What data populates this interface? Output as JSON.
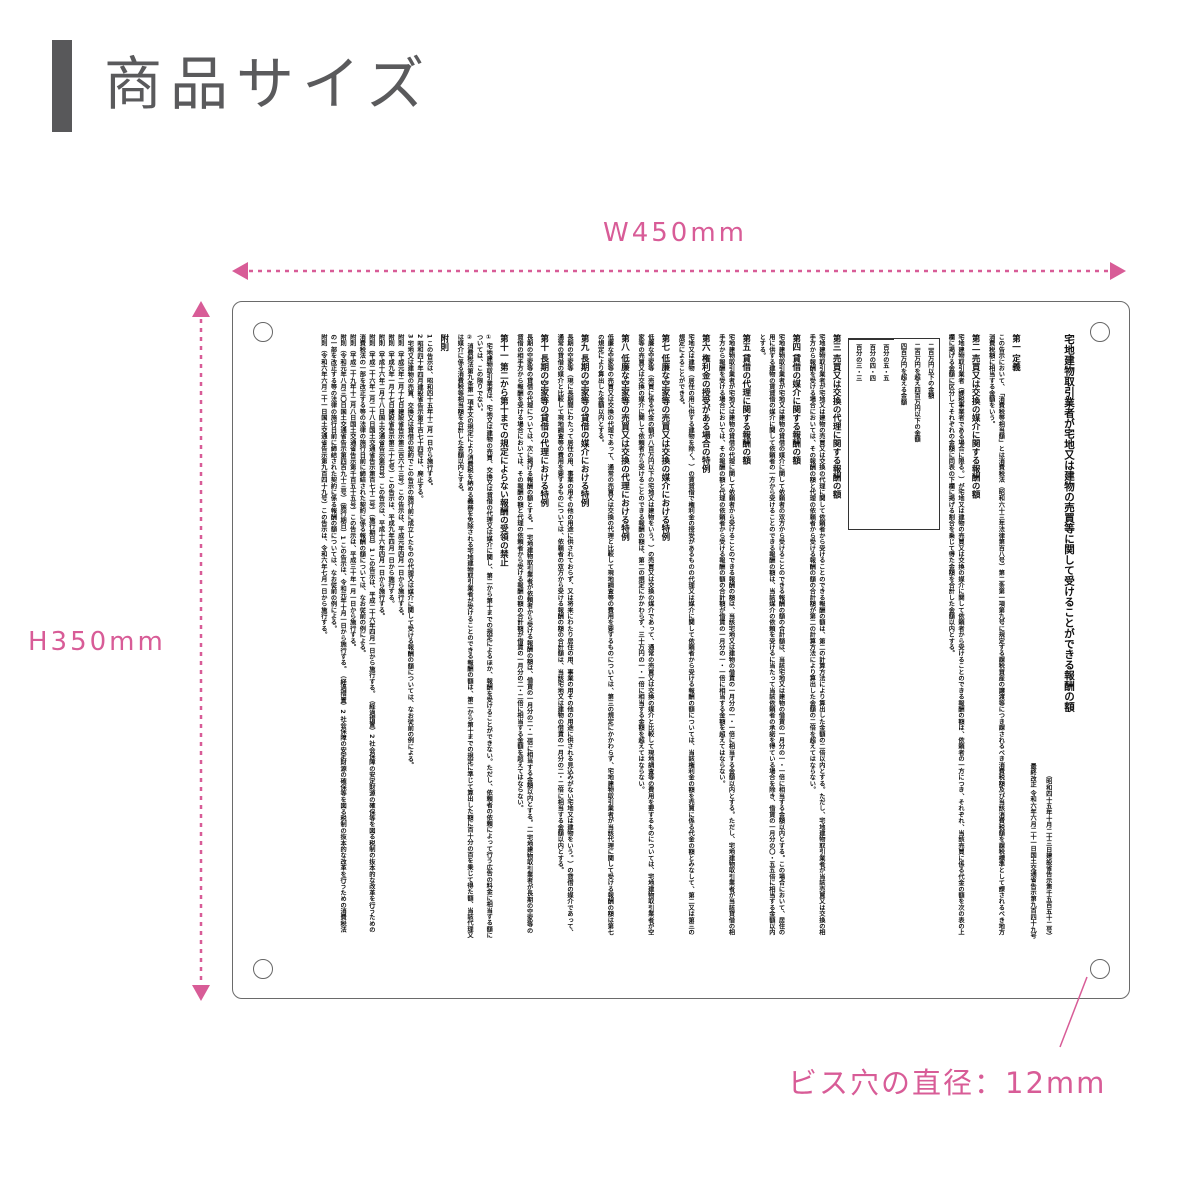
{
  "header": {
    "title": "商品サイズ"
  },
  "dimensions": {
    "width_label": "W450mm",
    "height_label": "H350mm",
    "screw_hole_label": "ビス穴の直径：12mm"
  },
  "colors": {
    "accent": "#d85c97",
    "title": "#5a5a5c",
    "frame": "#6a6a6a"
  },
  "plate": {
    "title": "宅地建物取引業者が宅地又は建物の売買等に関して受けることができる報酬の額",
    "note1": "（昭和四十五年十月二十三日建設省告示第千五百五十二号）",
    "note2": "最終改正 令和六年六月二十一日国土交通省告示第九百四十九号",
    "sections": [
      {
        "type": "h",
        "text": "第一 定義"
      },
      {
        "type": "b",
        "text": "この告示において、「消費税等相当額」とは消費税法（昭和六十三年法律第百八号）第二条第一項第九号に規定する課税資産の譲渡等につき課されるべき消費税額及び当該消費税額を課税標準として課されるべき地方消費税額に相当する金額をいう。"
      },
      {
        "type": "h",
        "text": "第二 売買又は交換の媒介に関する報酬の額"
      },
      {
        "type": "b",
        "text": "宅地建物取引業者（課税事業者である場合に限る。）が宅地又は建物の売買又は交換の媒介に関して依頼者から受けることのできる報酬の額は、依頼者の一方につき、それぞれ、当該売買に係る代金の額を次の表の上欄に掲げる金額に区分してそれぞれの金額に同表の下欄に掲げる割合を乗じて得た金額を合計した金額以内とする。"
      },
      {
        "type": "table",
        "rows": [
          [
            "二百万円以下の金額",
            "百分の五・五"
          ],
          [
            "二百万円を超え四百万円以下の金額",
            "百分の四・四"
          ],
          [
            "四百万円を超える金額",
            "百分の三・三"
          ]
        ]
      },
      {
        "type": "h",
        "text": "第三 売買又は交換の代理に関する報酬の額"
      },
      {
        "type": "b",
        "text": "宅地建物取引業者が宅地又は建物の売買又は交換の代理に関して依頼者から受けることのできる報酬の額は、第二の計算方法により算出した金額の二倍以内とする。ただし、宅地建物取引業者が当該売買又は交換の相手方から報酬を受ける場合においては、その報酬の額と代理の依頼者から受ける報酬の額の合計額が第二の計算方法により算出した金額の二倍を超えてはならない。"
      },
      {
        "type": "h",
        "text": "第四 貸借の媒介に関する報酬の額"
      },
      {
        "type": "b",
        "text": "宅地建物取引業者が宅地又は建物の貸借の媒介に関して依頼者の双方から受けることのできる報酬の額の合計額は、当該宅地又は建物の借賃の一月分の一・一倍に相当する金額以内とする。この場合において、居住の用に供する建物の賃貸借の媒介に関して依頼者の一方から受けることのできる報酬の額は、当該媒介の依頼を受けるに当たって当該依頼者の承諾を得ている場合を除き、借賃の一月分の〇・五五倍に相当する金額以内とする。"
      },
      {
        "type": "h",
        "text": "第五 貸借の代理に関する報酬の額"
      },
      {
        "type": "b",
        "text": "宅地建物取引業者が宅地又は建物の貸借の代理に関して依頼者から受けることのできる報酬の額は、当該宅地又は建物の借賃の一月分の一・一倍に相当する金額以内とする。ただし、宅地建物取引業者が当該貸借の相手方から報酬を受ける場合においては、その報酬の額と代理の依頼者から受ける報酬の額の合計額が借賃の一月分の一・一倍に相当する金額を超えてはならない。"
      },
      {
        "type": "h",
        "text": "第六 権利金の授受がある場合の特例"
      },
      {
        "type": "b",
        "text": "宅地又は建物（居住の用に供する建物を除く。）の賃貸借で権利金の授受があるものの代理又は媒介に関して依頼者から受ける報酬の額については、当該権利金の額を売買に係る代金の額とみなして、第二又は第三の規定によることができる。"
      },
      {
        "type": "h",
        "text": "第七 低廉な空家等の売買又は交換の媒介における特例"
      },
      {
        "type": "b",
        "text": "低廉な空家等（売買に係る代金の額が八百万円以下の宅地又は建物をいう。）の売買又は交換の媒介であって、通常の売買又は交換の媒介と比較して現地調査等の費用を要するものについては、宅地建物取引業者が空家等の売買又は交換の媒介に関して依頼者から受けることのできる報酬の額は、第二の規定にかかわらず、三十万円の一・一倍に相当する金額を超えてはならない。"
      },
      {
        "type": "h",
        "text": "第八 低廉な空家等の売買又は交換の代理における特例"
      },
      {
        "type": "b",
        "text": "低廉な空家等の売買又は交換の代理であって、通常の売買又は交換の代理と比較して現地調査等の費用を要するものについては、第三の規定にかかわらず、宅地建物取引業者が当該代理に関して受ける報酬の額は第七の規定により算出した金額以内とする。"
      },
      {
        "type": "h",
        "text": "第九 長期の空家等の貸借の媒介における特例"
      },
      {
        "type": "b",
        "text": "長期の空家等（現に長期間にわたって居住の用、事業の用その他の用途に供されておらず、又は将来にわたり居住の用、事業の用その他の用途に供される見込みがない宅地又は建物をいう。）の貸借の媒介であって、通常の貸借の媒介と比較して現地調査等の費用を要するものについては、依頼者の双方から受ける報酬の額の合計額は、当該宅地又は建物の借賃の一月分の二・二倍に相当する金額以内とする。"
      },
      {
        "type": "h",
        "text": "第十 長期の空家等の貸借の代理における特例"
      },
      {
        "type": "b",
        "text": "長期の空家等の貸借の代理については、次に掲げる報酬の額とする。一 宅地建物取引業者が依頼者から受ける報酬の額は、借賃の一月分の二・二倍に相当する金額以内とする。二 宅地建物取引業者が長期の空家等の貸借の相手方から報酬を受ける場合においては、その報酬の額と代理の依頼者から受ける報酬の額の合計額が借賃の一月分の二・二倍に相当する金額を超えてはならない。"
      },
      {
        "type": "h",
        "text": "第十一 第二から第十までの規定によらない報酬の受領の禁止"
      },
      {
        "type": "b",
        "text": "① 宅地建物取引業者は、宅地又は建物の売買、交換又は貸借の代理又は媒介に関し、第二から第十までの規定によるほか、報酬を受けることができない。ただし、依頼者の依頼によって行う広告の料金に相当する額については、この限りでない。"
      },
      {
        "type": "b",
        "text": "② 消費税法第九条第一項本文の規定により消費税を納める義務を免除される宅地建物取引業者が受けることのできる報酬の額は、第二から第十までの規定に準じて算出した額に百十分の百を乗じて得た額、当該代理又は媒介に係る消費税等相当額を合計した金額以内とする。"
      },
      {
        "type": "h",
        "text": "附則"
      },
      {
        "type": "b",
        "text": "1 この告示は、昭和四十五年十二月一日から施行する。"
      },
      {
        "type": "b",
        "text": "2 昭和四十年四月建設省告示第千百七十四号は、廃止する。"
      },
      {
        "type": "b",
        "text": "3 宅地又は建物の売買、交換又は貸借の契約でこの告示の施行前に成立したものの代理又は媒介に関して受ける報酬の額については、なお従前の例による。"
      },
      {
        "type": "b",
        "text": "附則（平成元年二月十七日建設省告示第三百六十三号）この告示は、平成元年四月一日から施行する。"
      },
      {
        "type": "b",
        "text": "附則（平成九年一月十七日建設省告示第三十七号）この告示は、平成九年四月一日から施行する。"
      },
      {
        "type": "b",
        "text": "附則（平成十六年二月十八日国土交通省告示第百号）この告示は、平成十六年四月一日から施行する。"
      },
      {
        "type": "b",
        "text": "附則（平成二十六年二月二十八日国土交通省告示第百七十二号）（施行期日）1 この告示は、平成二十六年四月一日から施行する。（経過措置）2 社会保障の安定財源の確保等を図る税制の抜本的な改革を行うための消費税法の一部を改正する等の法律の施行日前に締結された契約に係る報酬の額については、なお従前の例による。"
      },
      {
        "type": "b",
        "text": "附則（平成二十九年十二月八日国土交通省告示第千百五十五号）この告示は、平成三十年一月一日から施行する。"
      },
      {
        "type": "b",
        "text": "附則（令和元年八月三〇日国土交通省告示第四百九十三号）（施行期日）1 この告示は、令和元年十月一日から施行する。（経過措置）2 社会保障の安定財源の確保等を図る税制の抜本的な改革を行うための消費税法の一部を改正する等の法律の施行日前に締結された契約に係る報酬の額については、なお従前の例による。"
      },
      {
        "type": "b",
        "text": "附則（令和六年六月二十一日国土交通省告示第九百四十九号）この告示は、令和六年七月一日から施行する。"
      }
    ]
  }
}
